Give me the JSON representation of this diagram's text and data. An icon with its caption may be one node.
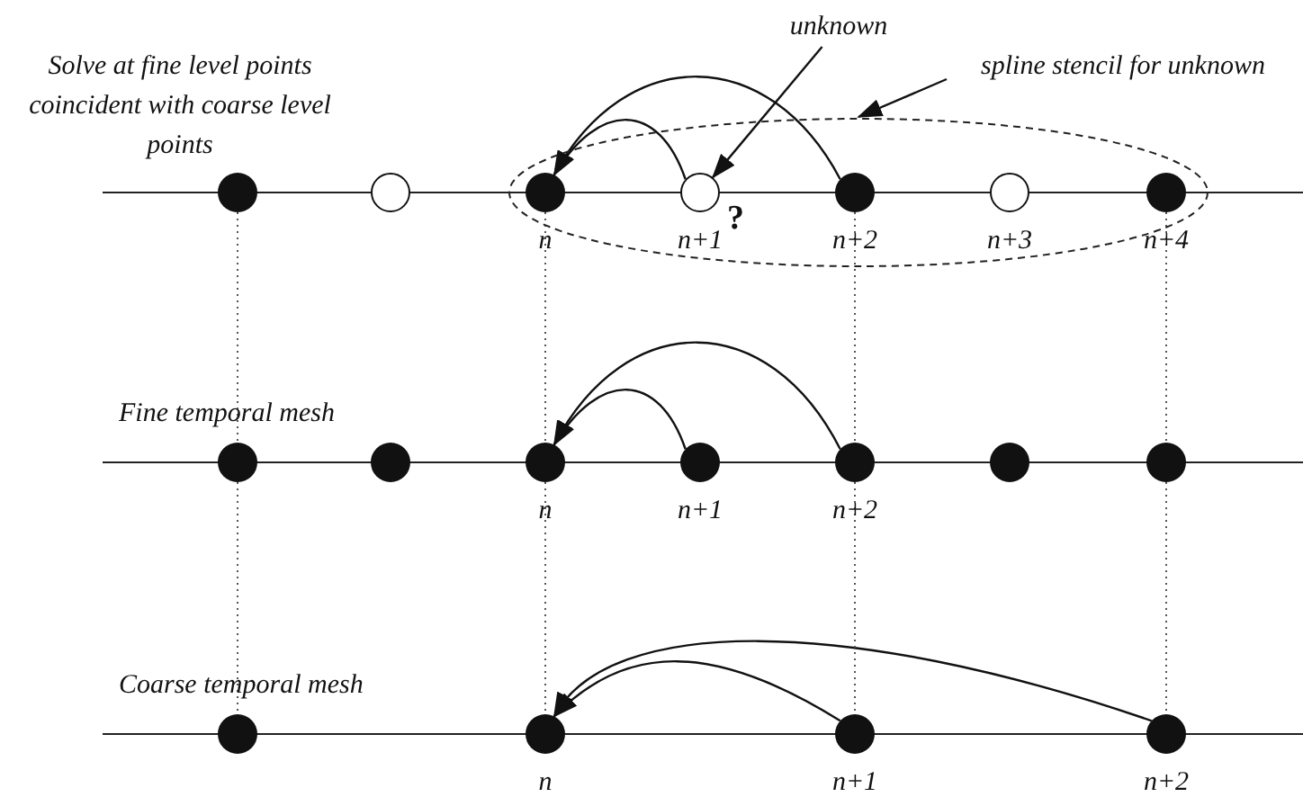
{
  "diagram": {
    "nodes": [
      {
        "text": [
          "unknown"
        ]
      },
      {
        "text": [
          "spline stencil for unknown"
        ]
      },
      {
        "text": [],
        "shape": "ellipse"
      },
      {
        "text": [],
        "shape": "dot"
      },
      {
        "text": [],
        "shape": "circle"
      },
      {
        "text": [],
        "shape": "dot",
        "beside": [
          "n"
        ],
        "in": 2
      },
      {
        "text": [],
        "shape": "circle",
        "beside": [
          "n+1"
        ],
        "in": 2
      },
      {
        "text": [],
        "shape": "dot",
        "beside": [
          "n+2"
        ],
        "in": 2
      },
      {
        "text": [],
        "shape": "circle",
        "beside": [
          "n+3"
        ],
        "in": 2
      },
      {
        "text": [],
        "shape": "dot",
        "beside": [
          "n+4"
        ],
        "in": 2
      },
      {
        "text": [],
        "shape": "dot"
      },
      {
        "text": [],
        "shape": "dot"
      },
      {
        "text": [],
        "shape": "dot",
        "beside": [
          "n"
        ]
      },
      {
        "text": [],
        "shape": "dot",
        "beside": [
          "n+1"
        ]
      },
      {
        "text": [],
        "shape": "dot",
        "beside": [
          "n+2"
        ]
      },
      {
        "text": [],
        "shape": "dot"
      },
      {
        "text": [],
        "shape": "dot"
      },
      {
        "text": [],
        "shape": "dot"
      },
      {
        "text": [],
        "shape": "dot",
        "beside": [
          "n"
        ]
      },
      {
        "text": [],
        "shape": "dot",
        "beside": [
          "n+1"
        ]
      },
      {
        "text": [],
        "shape": "dot",
        "beside": [
          "n+2"
        ]
      }
    ],
    "edges": [
      {
        "from": 0,
        "to": 6,
        "arrow": "to"
      },
      {
        "from": 1,
        "to": 2,
        "arrow": "to"
      },
      {
        "from": 6,
        "to": 5,
        "arrow": "to"
      },
      {
        "from": 7,
        "to": 5,
        "arrow": "to"
      },
      {
        "from": 13,
        "to": 12,
        "arrow": "to"
      },
      {
        "from": 14,
        "to": 12,
        "arrow": "to"
      },
      {
        "from": 19,
        "to": 18,
        "arrow": "to"
      },
      {
        "from": 20,
        "to": 18,
        "arrow": "to"
      },
      {
        "from": 3,
        "to": 10,
        "arrow": "none",
        "style": "dashed"
      },
      {
        "from": 10,
        "to": 17,
        "arrow": "none",
        "style": "dashed"
      },
      {
        "from": 5,
        "to": 12,
        "arrow": "none",
        "style": "dashed"
      },
      {
        "from": 12,
        "to": 18,
        "arrow": "none",
        "style": "dashed"
      },
      {
        "from": 7,
        "to": 14,
        "arrow": "none",
        "style": "dashed"
      },
      {
        "from": 14,
        "to": 19,
        "arrow": "none",
        "style": "dashed"
      },
      {
        "from": 9,
        "to": 16,
        "arrow": "none",
        "style": "dashed"
      },
      {
        "from": 16,
        "to": 20,
        "arrow": "none",
        "style": "dashed"
      }
    ],
    "labels": [
      "Solve at fine level points coincident with coarse level points",
      "?",
      "Fine temporal mesh",
      "Coarse temporal mesh"
    ]
  }
}
